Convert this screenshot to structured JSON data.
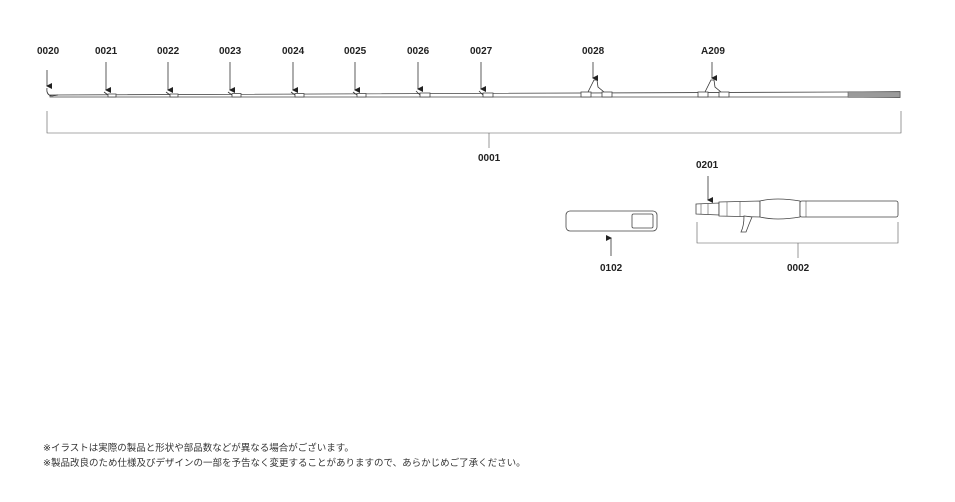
{
  "labels": {
    "l0020": "0020",
    "l0021": "0021",
    "l0022": "0022",
    "l0023": "0023",
    "l0024": "0024",
    "l0025": "0025",
    "l0026": "0026",
    "l0027": "0027",
    "l0028": "0028",
    "lA209": "A209",
    "l0001": "0001",
    "l0201": "0201",
    "l0102": "0102",
    "l0002": "0002"
  },
  "notes": [
    "※イラストは実際の製品と形状や部品数などが異なる場合がございます。",
    "※製品改良のため仕様及びデザインの一部を予告なく変更することがありますので、あらかじめご了承ください。"
  ]
}
